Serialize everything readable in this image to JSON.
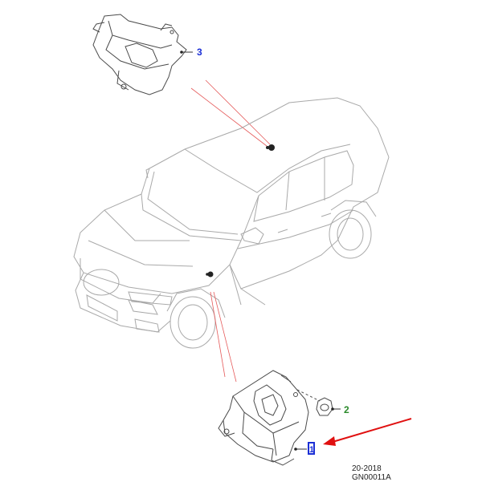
{
  "callouts": {
    "item_1": "1",
    "item_2": "2",
    "item_3": "3"
  },
  "footer": {
    "date": "20-2018",
    "code": "GN00011A"
  },
  "colors": {
    "line": "#9a9a9a",
    "leader_red": "#e55a5a",
    "arrow": "#e01010",
    "callout_blue": "#1b2fd6",
    "callout_green": "#2a8a2a"
  }
}
